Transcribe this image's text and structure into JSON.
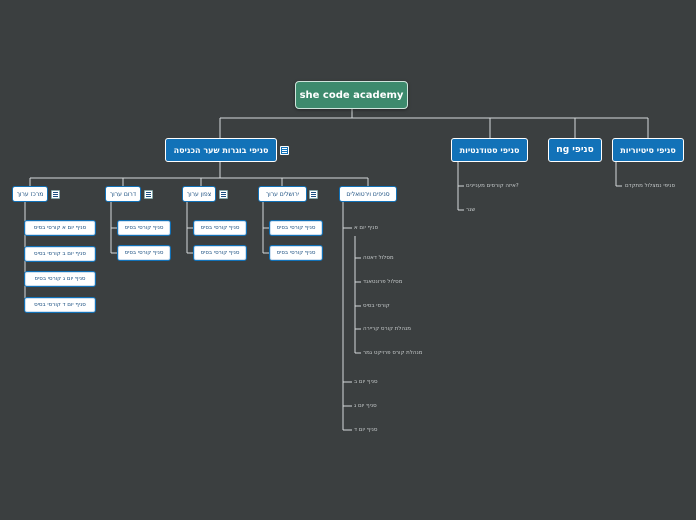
{
  "root": "she code academy",
  "branches": {
    "cities": "סניפי סיטיוריות",
    "cities_child": "סניפי נמצלול מתקדם",
    "ng": "ng סניפי",
    "students": "סניפי סטודנטיות",
    "students_children": [
      "איזה קורסים מעניינים?",
      "שגר"
    ],
    "adults": "סניפי בוגרות שער הכניסה"
  },
  "regions": {
    "virtual": "סניפים וירטואלים",
    "jerusalem": "ירושלים ערוך",
    "north": "צפון ערוך",
    "south": "דרום ערוך",
    "center": "מרכז ערוך"
  },
  "course_leaf": "סניף קורסי בסיס",
  "center_leaves": [
    "סניף יום א קורסי בסיס",
    "סניף יום ב קורסי בסיס",
    "סניף יום ג קורסי בסיס",
    "סניף יום ד קורסי בסיס"
  ],
  "virtual_items": {
    "day_a": "סניף יום א",
    "day_a_children": [
      "מסלול דאטה",
      "מסלול פרונטאנד",
      "קורסי בסיס",
      "מנהלת קורס קריירה",
      "מנהלת קורס פרויקט גמר"
    ],
    "day_b": "סניף יום ב",
    "day_c": "סניף יום ג",
    "day_d": "סניף יום ד"
  }
}
